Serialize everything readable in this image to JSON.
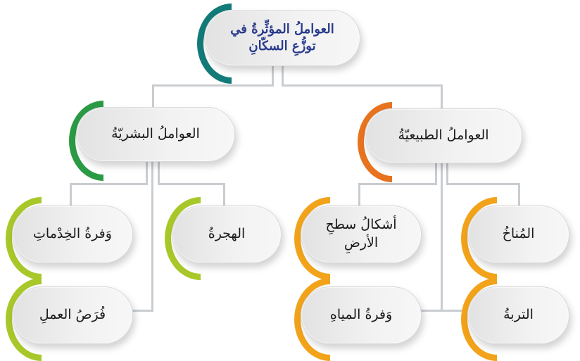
{
  "diagram": {
    "root": {
      "label_line1": "العواملُ المؤثِّرةُ في",
      "label_line2": "توزُّعِ السكّانِ",
      "accent": "#127a78"
    },
    "human_factors": {
      "label": "العواملُ البشريّةُ",
      "accent": "#2a9a45",
      "children": [
        {
          "label": "وَفرةُ الخِدْماتِ",
          "accent": "#a8c82a"
        },
        {
          "label": "الهجرةُ",
          "accent": "#a8c82a"
        },
        {
          "label": "فُرَصُ العملِ",
          "accent": "#a8c82a"
        }
      ]
    },
    "natural_factors": {
      "label": "العواملُ الطبيعيّةُ",
      "accent": "#e8731f",
      "children": [
        {
          "label_line1": "أشكالُ سطحِ",
          "label_line2": "الأرضِ",
          "accent": "#f2a31a"
        },
        {
          "label": "المُناخُ",
          "accent": "#f2a31a"
        },
        {
          "label": "وَفرةُ المياهِ",
          "accent": "#f2a31a"
        },
        {
          "label": "التربةُ",
          "accent": "#f2a31a"
        }
      ]
    },
    "colors": {
      "connector": "#c9cdd1",
      "pill_bg": "#ececec",
      "root_text": "#283a8c"
    }
  }
}
